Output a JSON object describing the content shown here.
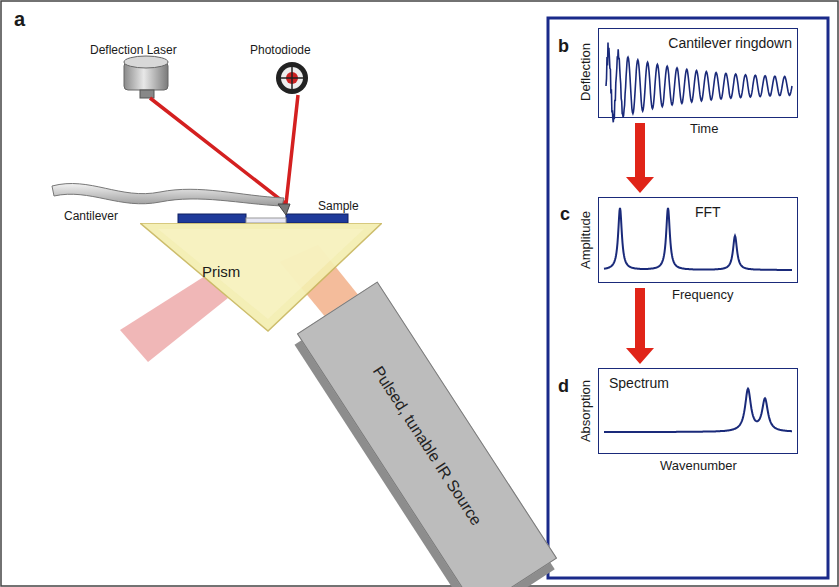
{
  "diagram": {
    "nodes": [
      {
        "text": [
          "Prism"
        ]
      },
      {
        "text": [
          "Pulsed, tunable IR Source"
        ]
      },
      {
        "text": [
          "Cantilever ringdown"
        ]
      },
      {
        "text": [
          "FFT"
        ]
      },
      {
        "text": [
          "Spectrum"
        ]
      }
    ],
    "edges": [
      {
        "from": 2,
        "to": 3,
        "arrow": "to"
      },
      {
        "from": 3,
        "to": 4,
        "arrow": "to"
      }
    ],
    "labels": [
      "a",
      "Deflection Laser",
      "Photodiode",
      "Cantilever",
      "Sample",
      "b",
      "Deflection",
      "Time",
      "c",
      "Amplitude",
      "Frequency",
      "d",
      "Absorption",
      "Wavenumber"
    ]
  }
}
